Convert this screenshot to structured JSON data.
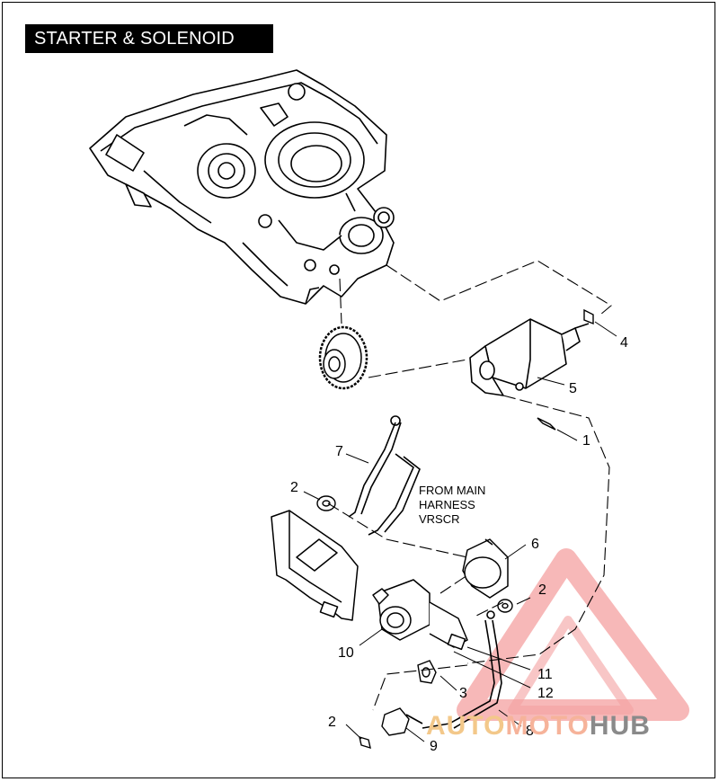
{
  "title": "STARTER & SOLENOID",
  "callouts": [
    {
      "id": "1",
      "label": "1"
    },
    {
      "id": "2a",
      "label": "2"
    },
    {
      "id": "2b",
      "label": "2"
    },
    {
      "id": "2c",
      "label": "2"
    },
    {
      "id": "3",
      "label": "3"
    },
    {
      "id": "4",
      "label": "4"
    },
    {
      "id": "5",
      "label": "5"
    },
    {
      "id": "6",
      "label": "6"
    },
    {
      "id": "7",
      "label": "7"
    },
    {
      "id": "8",
      "label": "8"
    },
    {
      "id": "9",
      "label": "9"
    },
    {
      "id": "10",
      "label": "10"
    },
    {
      "id": "11",
      "label": "11"
    },
    {
      "id": "12",
      "label": "12"
    }
  ],
  "note": {
    "line1": "FROM MAIN",
    "line2": "HARNESS",
    "line3": "VRSCR"
  },
  "watermark": {
    "part1": "AUTO",
    "part2": "MOTO",
    "part3": "HUB",
    "triangle_color": "#f08080",
    "gold_color": "#f3c88a",
    "gray_color": "#8a8a8a"
  }
}
